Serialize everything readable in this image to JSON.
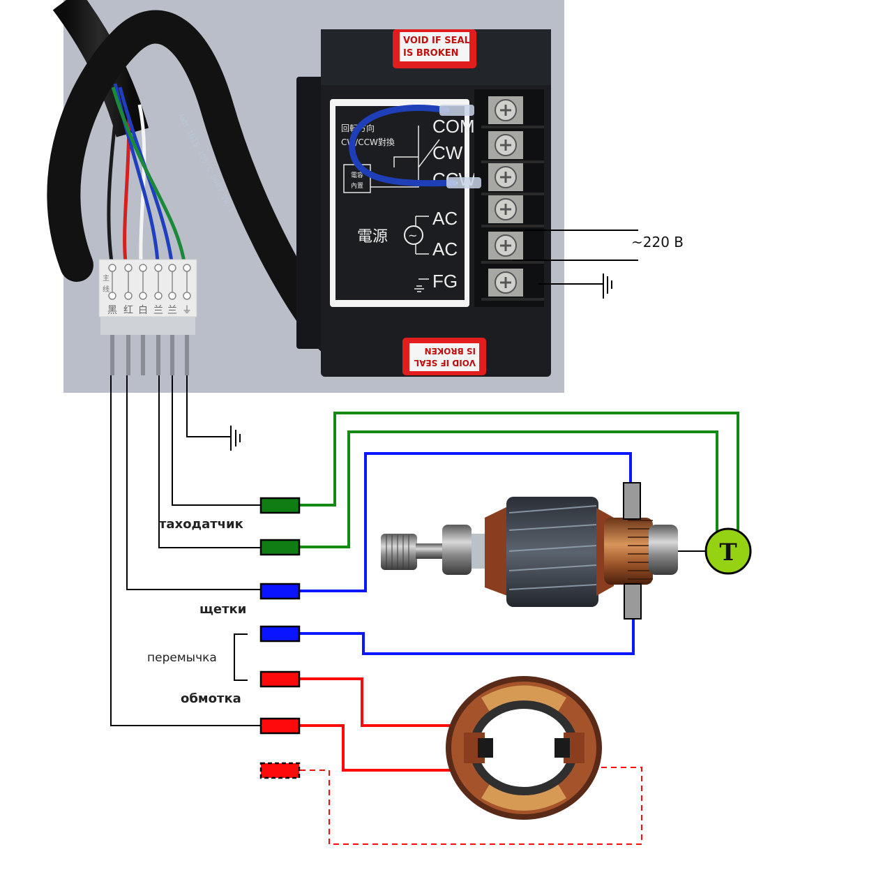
{
  "photo": {
    "background": "#b7bcc6",
    "controller": {
      "seal_top": [
        "VOID IF SEAL",
        "IS BROKEN"
      ],
      "seal_bottom": [
        "VOID IF SEAL",
        "IS BROKEN"
      ],
      "panel_rotation_title": "回転方向",
      "panel_rotation_sub": "CW/CCW對換",
      "panel_capacitor": [
        "電容",
        "內置"
      ],
      "panel_power": "電源",
      "terminals": [
        "COM",
        "CW",
        "CCW",
        "AC",
        "AC",
        "FG"
      ]
    },
    "cable_print": "AWM 1015 105°C 600V VW-1",
    "connector": {
      "side_label": [
        "主",
        "线"
      ],
      "pin_labels": [
        "黑",
        "红",
        "白",
        "兰",
        "兰",
        "⏚"
      ],
      "wire_colors": [
        "#1a1a1a",
        "#d42020",
        "#f0f0f0",
        "#1f3fbf",
        "#1f3fbf",
        "#1a8a3a"
      ]
    }
  },
  "supply": {
    "voltage_label": "~220 В"
  },
  "labels": {
    "tacho": "таходатчик",
    "brushes": "щетки",
    "jumper": "перемычка",
    "winding": "обмотка",
    "tacho_symbol": "T"
  },
  "colors": {
    "green": "#138a13",
    "blue": "#0a17ff",
    "red": "#ff0a0a",
    "black": "#000000",
    "brush_gray": "#9a9a9a",
    "tacho_fill": "#96d214",
    "connector_green": "#0f7d14",
    "connector_blue": "#0a14ff",
    "connector_red": "#ff0a0a"
  },
  "connectors": [
    {
      "id": "tacho-1",
      "color": "green"
    },
    {
      "id": "tacho-2",
      "color": "green"
    },
    {
      "id": "brush-1",
      "color": "blue"
    },
    {
      "id": "brush-2",
      "color": "blue"
    },
    {
      "id": "winding-1",
      "color": "red"
    },
    {
      "id": "winding-2",
      "color": "red"
    },
    {
      "id": "winding-3-optional",
      "color": "red",
      "dashed": true
    }
  ]
}
